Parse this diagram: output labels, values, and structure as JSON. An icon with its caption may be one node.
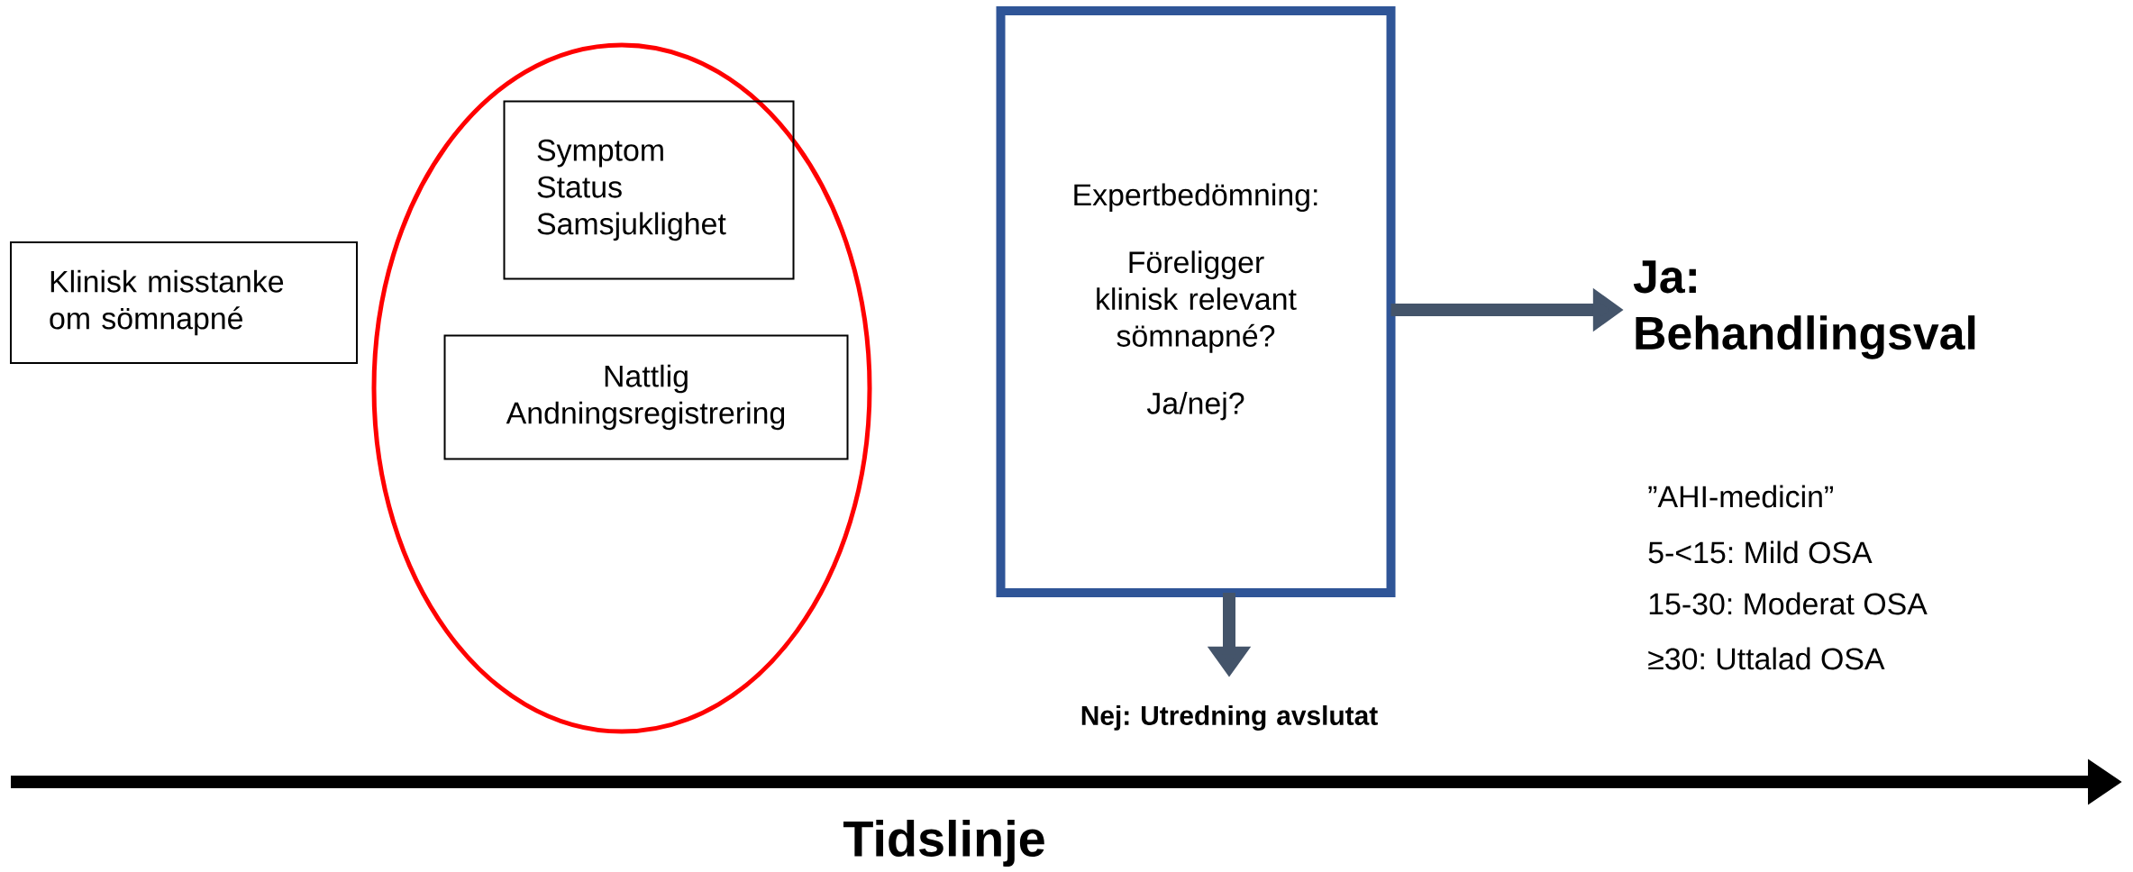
{
  "diagram": {
    "nodes": [
      {
        "text": [
          "Klinisk misstanke om sömnapné"
        ]
      },
      {
        "text": [],
        "shape": "circle"
      },
      {
        "text": [
          "Symptom",
          "Status",
          "Samsjuklighet"
        ],
        "in": 1
      },
      {
        "text": [
          "Nattlig Andningsregistrering"
        ],
        "in": 1
      },
      {
        "text": [
          "Expertbedömning:",
          "Föreligger klinisk relevant sömnapné?",
          "Ja/nej?"
        ]
      },
      {
        "text": [
          "Ja: Behandlingsval"
        ]
      },
      {
        "text": [
          "Nej: Utredning avslutat"
        ]
      }
    ],
    "edges": [
      {
        "from": 4,
        "to": 5,
        "arrow": "to"
      },
      {
        "from": 4,
        "to": 6,
        "arrow": "to"
      }
    ],
    "labels": [
      "”AHI-medicin”",
      "5-<15: Mild OSA",
      "15-30: Moderat OSA",
      "≥30: Uttalad OSA",
      "Tidslinje"
    ]
  }
}
